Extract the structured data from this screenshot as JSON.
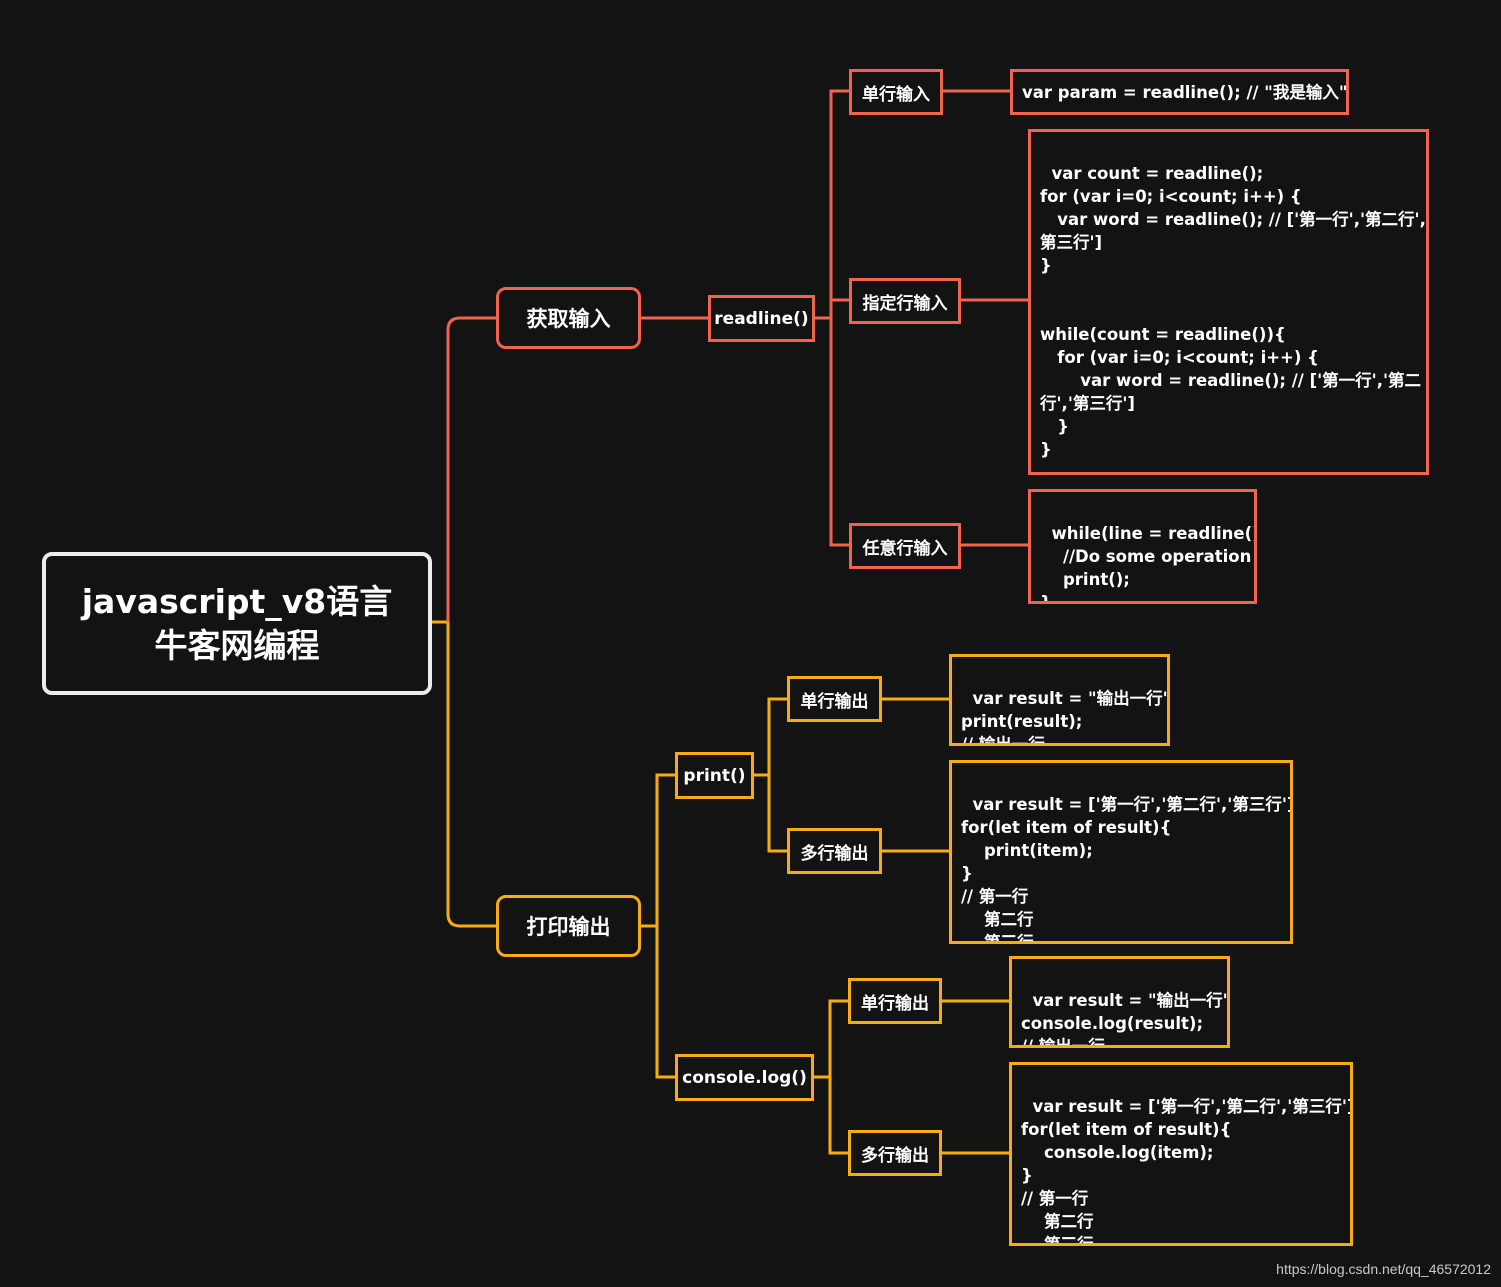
{
  "root": {
    "line1": "javascript_v8语言",
    "line2": "牛客网编程"
  },
  "input_branch": {
    "label": "获取输入",
    "method": "readline()",
    "single": {
      "label": "单行输入",
      "code": "var param = readline(); // \"我是输入\""
    },
    "specified": {
      "label": "指定行输入",
      "code": "var count = readline();\nfor (var i=0; i<count; i++) {\n   var word = readline(); // ['第一行','第二行','\n第三行']\n}\n\n\nwhile(count = readline()){\n   for (var i=0; i<count; i++) {\n       var word = readline(); // ['第一行','第二\n行','第三行']\n   }\n}"
    },
    "any": {
      "label": "任意行输入",
      "code": "while(line = readline()){\n    //Do some operation\n    print();\n}"
    }
  },
  "output_branch": {
    "label": "打印输出",
    "print": {
      "label": "print()",
      "single": {
        "label": "单行输出",
        "code": "var result = \"输出一行\";\nprint(result);\n// 输出一行"
      },
      "multi": {
        "label": "多行输出",
        "code": "var result = ['第一行','第二行','第三行'];\nfor(let item of result){\n    print(item);\n}\n// 第一行\n    第二行\n    第三行"
      }
    },
    "console": {
      "label": "console.log()",
      "single": {
        "label": "单行输出",
        "code": "var result = \"输出一行\";\nconsole.log(result);\n// 输出一行"
      },
      "multi": {
        "label": "多行输出",
        "code": "var result = ['第一行','第二行','第三行'];\nfor(let item of result){\n    console.log(item);\n}\n// 第一行\n    第二行\n    第三行"
      }
    }
  },
  "watermark": "https://blog.csdn.net/qq_46572012",
  "colors": {
    "input_branch": "#f0634f",
    "output_branch": "#f6ac12",
    "root_border": "#ececec",
    "background": "#131313"
  }
}
